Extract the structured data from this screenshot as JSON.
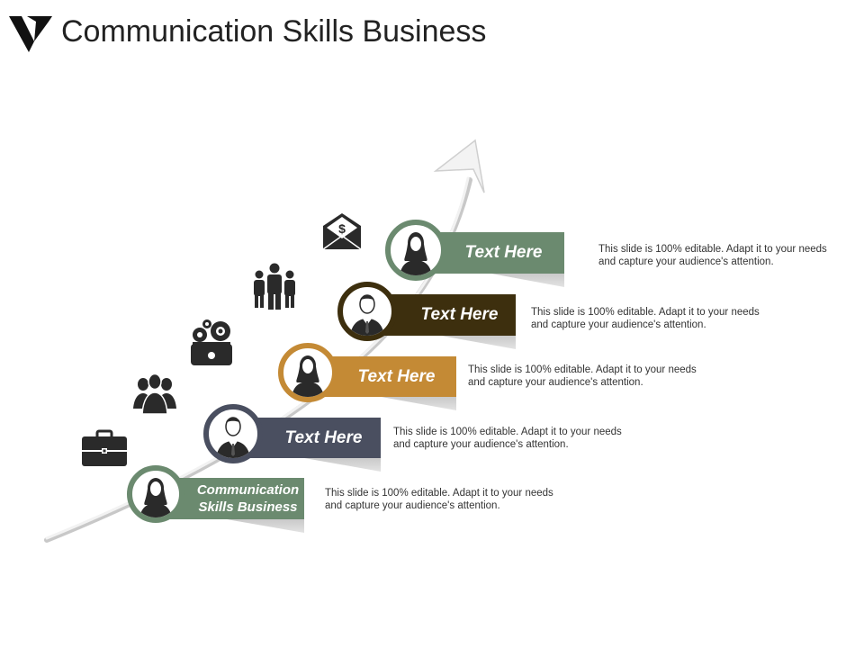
{
  "title": "Communication Skills Business",
  "colors": {
    "green": "#6b8a6f",
    "dark_brown": "#3d2f0e",
    "orange": "#c48a35",
    "slate": "#4a4f60"
  },
  "steps": [
    {
      "label": "Communication Skills Business",
      "desc": "This slide is 100% editable. Adapt it to your needs and capture your audience's attention.",
      "color": "#6b8a6f",
      "person": "woman"
    },
    {
      "label": "Text Here",
      "desc": "This slide is 100% editable. Adapt it to your needs and capture your audience's attention.",
      "color": "#4a4f60",
      "person": "man"
    },
    {
      "label": "Text Here",
      "desc": "This slide is 100% editable. Adapt it to your needs and capture your audience's attention.",
      "color": "#c48a35",
      "person": "woman"
    },
    {
      "label": "Text Here",
      "desc": "This slide is 100% editable. Adapt it to your needs and capture your audience's attention.",
      "color": "#3d2f0e",
      "person": "man"
    },
    {
      "label": "Text Here",
      "desc": "This slide is 100% editable. Adapt it to your needs and capture your audience's attention.",
      "color": "#6b8a6f",
      "person": "woman"
    }
  ],
  "icons": [
    "briefcase-icon",
    "team-icon",
    "gears-icon",
    "group-icon",
    "money-envelope-icon"
  ]
}
